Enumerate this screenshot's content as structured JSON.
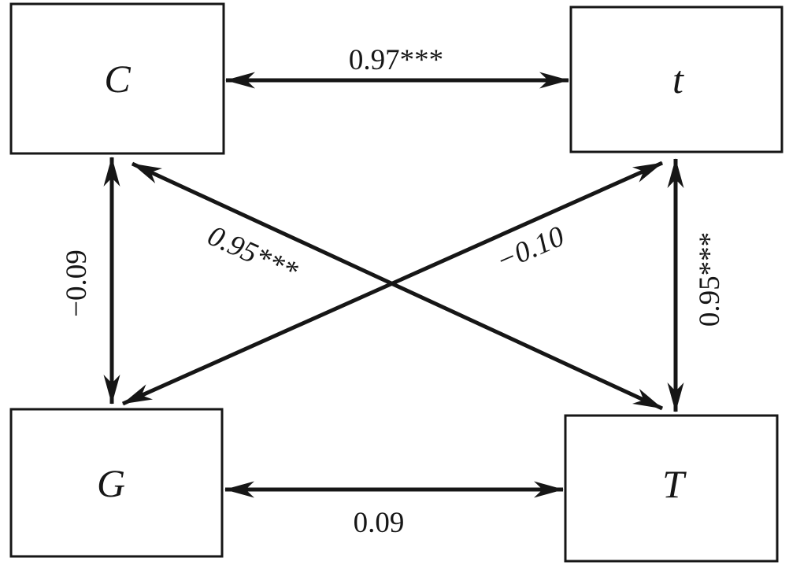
{
  "diagram": {
    "type": "correlation-path-diagram",
    "nodes": {
      "top_left": "C",
      "top_right": "t",
      "bottom_left": "G",
      "bottom_right": "T"
    },
    "edges": {
      "C_t": "0.97***",
      "C_G": "−0.09",
      "t_T": "0.95***",
      "G_T": "0.09",
      "C_T": "0.95***",
      "G_t": "−0.10"
    },
    "colors": {
      "ink": "#161616",
      "background": "#ffffff"
    }
  }
}
